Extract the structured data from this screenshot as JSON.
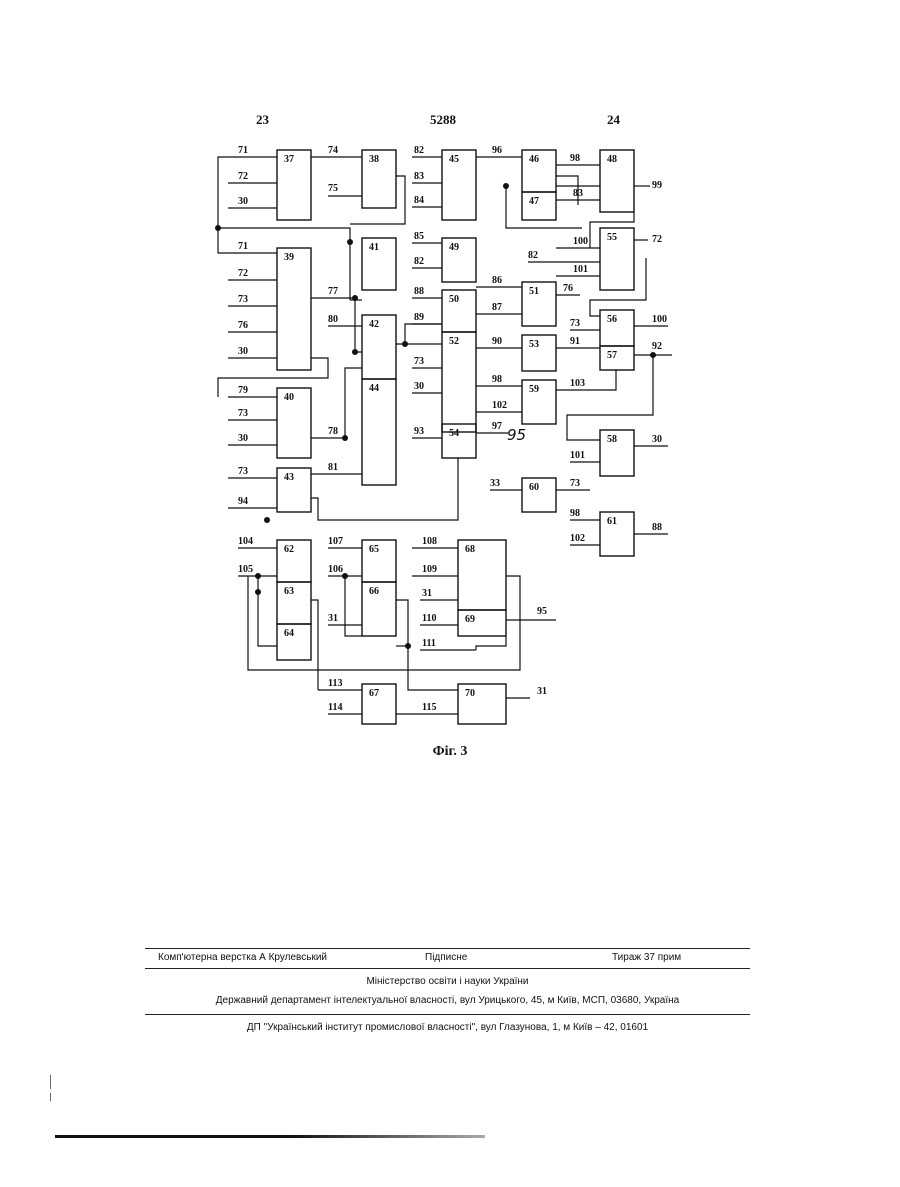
{
  "header": {
    "left": "23",
    "center": "5288",
    "right": "24"
  },
  "diagram": {
    "blocks": [
      "37",
      "38",
      "39",
      "40",
      "41",
      "42",
      "43",
      "44",
      "45",
      "46",
      "47",
      "48",
      "49",
      "50",
      "51",
      "52",
      "53",
      "54",
      "55",
      "56",
      "57",
      "58",
      "59",
      "60",
      "61",
      "62",
      "63",
      "64",
      "65",
      "66",
      "67",
      "68",
      "69",
      "70"
    ],
    "annotation": "95"
  },
  "caption": "Фіг. 3",
  "footer": {
    "composer": "Комп'ютерна верстка А  Крулевський",
    "signed": "Підписне",
    "copies": "Тираж 37 прим",
    "ministry": "Міністерство освіти і науки України",
    "department": "Державний департамент інтелектуальної власності, вул  Урицького, 45, м  Київ, МСП, 03680, Україна",
    "publisher": "ДП \"Український інститут промислової власності\", вул  Глазунова, 1, м  Київ – 42, 01601"
  }
}
